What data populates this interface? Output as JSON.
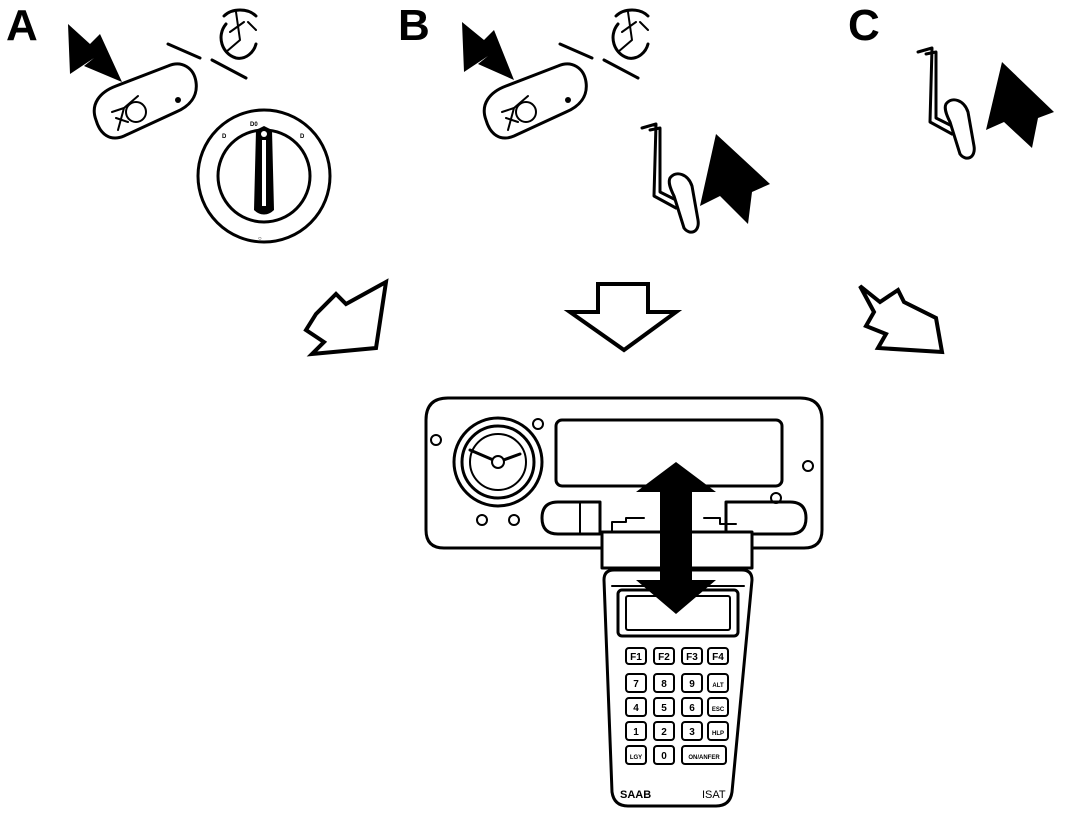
{
  "panels": [
    {
      "id": "A",
      "label": "A"
    },
    {
      "id": "B",
      "label": "B"
    },
    {
      "id": "C",
      "label": "C"
    }
  ],
  "tester": {
    "brand": "SAAB",
    "model": "ISAT",
    "function_keys": [
      "F1",
      "F2",
      "F3",
      "F4"
    ],
    "keypad_rows": [
      [
        "7",
        "8",
        "9",
        "ALT"
      ],
      [
        "4",
        "5",
        "6",
        "ESC"
      ],
      [
        "1",
        "2",
        "3",
        "HLP"
      ],
      [
        "LGY",
        "0",
        "ON/ANFER"
      ]
    ]
  }
}
